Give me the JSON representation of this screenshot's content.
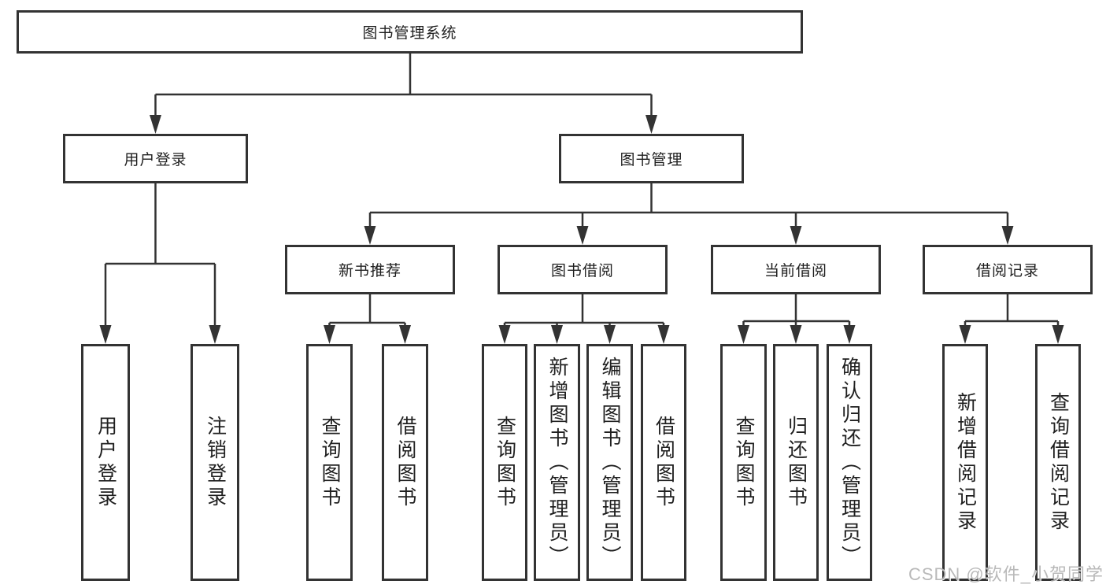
{
  "diagram": {
    "root": {
      "label": "图书管理系统"
    },
    "level2": [
      {
        "label": "用户登录"
      },
      {
        "label": "图书管理"
      }
    ],
    "level3": [
      {
        "label": "新书推荐"
      },
      {
        "label": "图书借阅"
      },
      {
        "label": "当前借阅"
      },
      {
        "label": "借阅记录"
      }
    ],
    "leaves": {
      "login": [
        "用户登录",
        "注销登录"
      ],
      "newbook": [
        "查询图书",
        "借阅图书"
      ],
      "borrow": [
        "查询图书",
        "新增图书（管理员）",
        "编辑图书（管理员）",
        "借阅图书"
      ],
      "current": [
        "查询图书",
        "归还图书",
        "确认归还（管理员）"
      ],
      "records": [
        "新增借阅记录",
        "查询借阅记录"
      ]
    }
  },
  "watermark": {
    "text": "CSDN @软件_小贺同学"
  },
  "colors": {
    "line": "#333333",
    "text": "#1f1f1f",
    "background": "#ffffff",
    "watermark": "#adadad"
  }
}
